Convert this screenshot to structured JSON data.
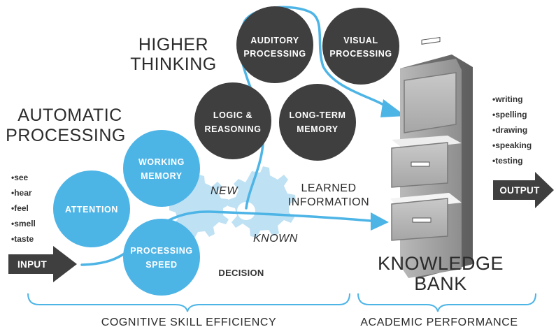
{
  "headings": {
    "higher_thinking": [
      "HIGHER",
      "THINKING"
    ],
    "automatic_processing": [
      "AUTOMATIC",
      "PROCESSING"
    ],
    "knowledge_bank": [
      "KNOWLEDGE",
      "BANK"
    ]
  },
  "circles": {
    "auditory": [
      "AUDITORY",
      "PROCESSING"
    ],
    "visual": [
      "VISUAL",
      "PROCESSING"
    ],
    "logic": [
      "LOGIC &",
      "REASONING"
    ],
    "long_term": [
      "LONG-TERM",
      "MEMORY"
    ],
    "working_memory": [
      "WORKING",
      "MEMORY"
    ],
    "attention": [
      "ATTENTION"
    ],
    "processing_speed": [
      "PROCESSING",
      "SPEED"
    ]
  },
  "senses": [
    "•see",
    "•hear",
    "•feel",
    "•smell",
    "•taste"
  ],
  "outputs_list": [
    "•writing",
    "•spelling",
    "•drawing",
    "•speaking",
    "•testing"
  ],
  "arrows": {
    "input": "INPUT",
    "output": "OUTPUT"
  },
  "labels": {
    "new": "NEW",
    "known": "KNOWN",
    "learned": [
      "LEARNED",
      "INFORMATION"
    ],
    "decision": "DECISION"
  },
  "footer": {
    "left": "COGNITIVE SKILL EFFICIENCY",
    "right": "ACADEMIC PERFORMANCE"
  },
  "colors": {
    "blue": "#4db4e6",
    "dark": "#3f3f3f",
    "gear": "#bfe1f4",
    "cabinet": "#9a9a9a"
  }
}
